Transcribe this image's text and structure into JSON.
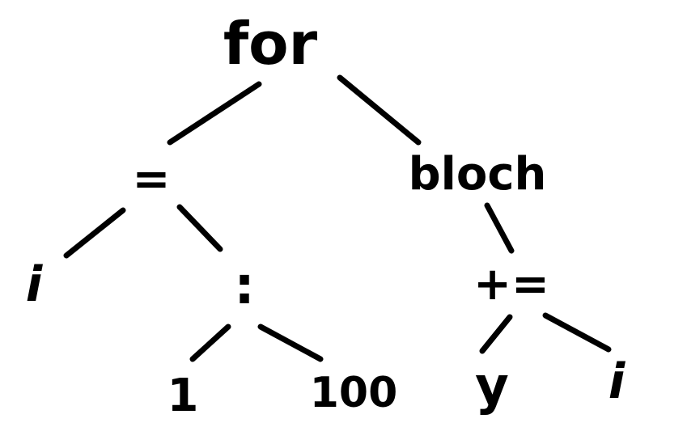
{
  "tree": {
    "nodes": [
      {
        "id": "for",
        "label": "for"
      },
      {
        "id": "assign",
        "label": "="
      },
      {
        "id": "block",
        "label": "bloch"
      },
      {
        "id": "i1",
        "label": "i"
      },
      {
        "id": "range",
        "label": ":"
      },
      {
        "id": "plus-eq",
        "label": "+="
      },
      {
        "id": "one",
        "label": "1"
      },
      {
        "id": "hundred",
        "label": "100"
      },
      {
        "id": "y",
        "label": "y"
      },
      {
        "id": "i2",
        "label": "i"
      }
    ],
    "edges": [
      {
        "from": "for",
        "to": "assign"
      },
      {
        "from": "for",
        "to": "block"
      },
      {
        "from": "assign",
        "to": "i1"
      },
      {
        "from": "assign",
        "to": "range"
      },
      {
        "from": "range",
        "to": "one"
      },
      {
        "from": "range",
        "to": "hundred"
      },
      {
        "from": "block",
        "to": "plus-eq"
      },
      {
        "from": "plus-eq",
        "to": "y"
      },
      {
        "from": "plus-eq",
        "to": "i2"
      }
    ],
    "ink_color": "#000000",
    "background_color": "#ffffff"
  }
}
